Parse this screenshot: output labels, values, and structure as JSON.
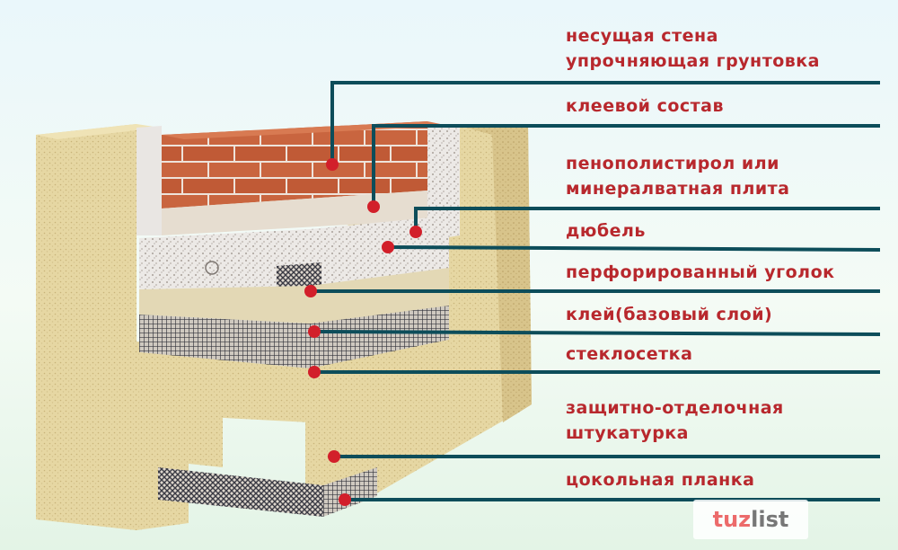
{
  "colors": {
    "label_text": "#b8282d",
    "leader_line": "#0d4d5a",
    "dot": "#d21f2a",
    "brick": "#c9653f",
    "plaster": "#e8d9a6",
    "insulation": "#e7e3df"
  },
  "labels": [
    {
      "id": "load-bearing-wall",
      "lines": [
        "несущая стена",
        "упрочняющая грунтовка"
      ]
    },
    {
      "id": "adhesive",
      "lines": [
        "клеевой состав"
      ]
    },
    {
      "id": "insulation",
      "lines": [
        "пенополистирол или",
        "минералватная плита"
      ]
    },
    {
      "id": "dowel",
      "lines": [
        "дюбель"
      ]
    },
    {
      "id": "perforated-corner",
      "lines": [
        "перфорированный уголок"
      ]
    },
    {
      "id": "base-glue",
      "lines": [
        "клей(базовый слой)"
      ]
    },
    {
      "id": "fiberglass-mesh",
      "lines": [
        "стеклосетка"
      ]
    },
    {
      "id": "finish-plaster",
      "lines": [
        "защитно-отделочная",
        "штукатурка"
      ]
    },
    {
      "id": "plinth-strip",
      "lines": [
        "цокольная планка"
      ]
    }
  ],
  "watermark": {
    "part1": "tuz",
    "part2": "list"
  }
}
